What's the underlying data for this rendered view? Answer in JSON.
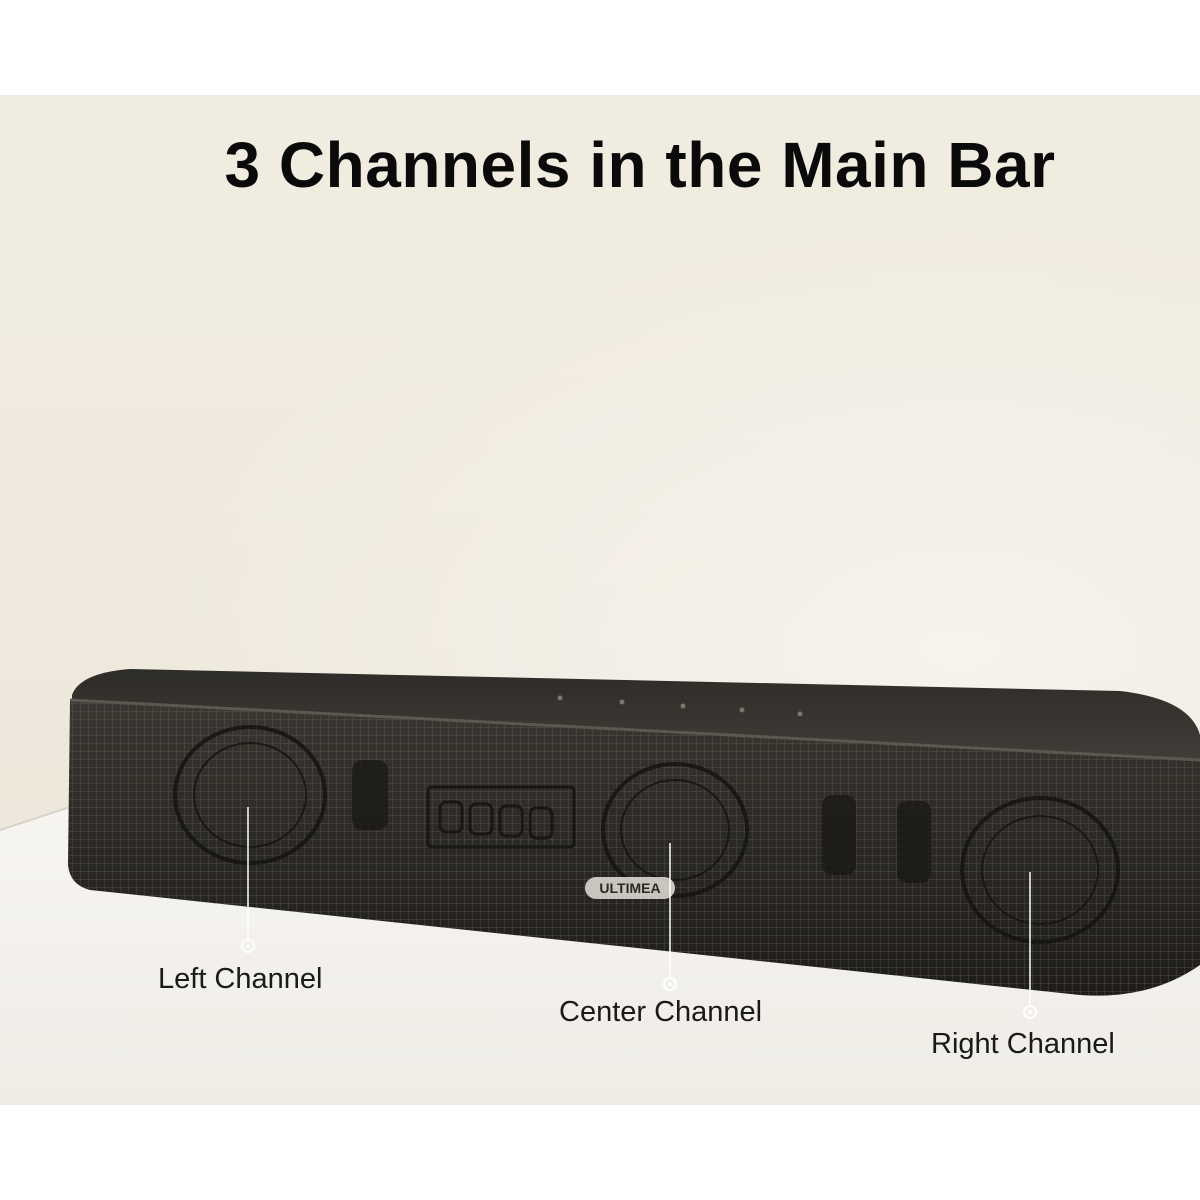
{
  "headline": "3 Channels in the Main Bar",
  "brand_logo_text": "ULTIMEA",
  "callouts": [
    {
      "id": "left",
      "label": "Left Channel"
    },
    {
      "id": "center",
      "label": "Center Channel"
    },
    {
      "id": "right",
      "label": "Right Channel"
    }
  ],
  "colors": {
    "wall": "#efe9dd",
    "shelf": "#f4f1ec",
    "soundbar": "#2a2824",
    "callout_line": "#ffffff",
    "headline": "#0a0a0a"
  }
}
